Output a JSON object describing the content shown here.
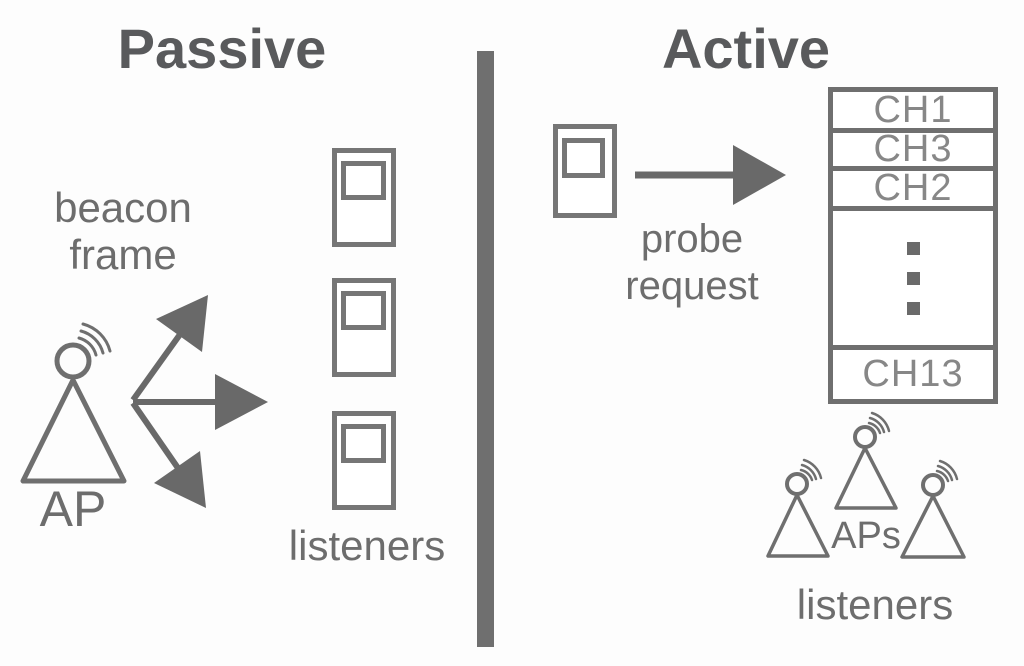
{
  "colors": {
    "background": "#fdfdfd",
    "title_text": "#595a5c",
    "label_text": "#6d6d6d",
    "channel_text": "#878787",
    "shape_stroke": "#6f6f6f",
    "device_stroke": "#767676",
    "arrow_fill": "#696969"
  },
  "passive": {
    "title": "Passive",
    "beacon_label": [
      "beacon",
      "frame"
    ],
    "ap_label": "AP",
    "listeners_label": "listeners",
    "beacon_arrow_count": 3,
    "listener_device_count": 3
  },
  "active": {
    "title": "Active",
    "probe_label": [
      "probe",
      "request"
    ],
    "channels": {
      "rows": [
        "CH1",
        "CH3",
        "CH2"
      ],
      "ellipsis_dot_count": 3,
      "last_row": "CH13"
    },
    "aps_label": "APs",
    "listeners_label": "listeners",
    "ap_icon_count": 3
  },
  "icons": {
    "ap": "antenna-triangle-with-signal-waves",
    "listener_device": "handheld-device-with-screen",
    "beacon_arrows": "three-spread-arrows",
    "probe_arrow": "right-arrow",
    "ellipsis": "vertical-square-dots"
  }
}
